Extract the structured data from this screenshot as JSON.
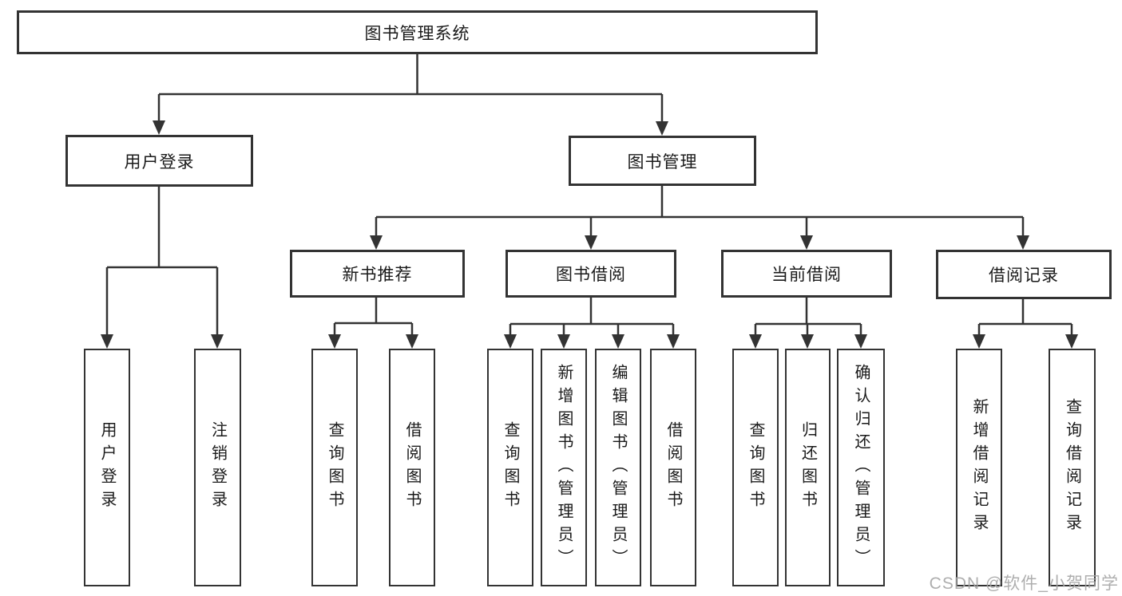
{
  "diagram": {
    "tree": {
      "label": "图书管理系统",
      "children": [
        {
          "label": "用户登录",
          "children": [
            {
              "label": "用户登录"
            },
            {
              "label": "注销登录"
            }
          ]
        },
        {
          "label": "图书管理",
          "children": [
            {
              "label": "新书推荐",
              "children": [
                {
                  "label": "查询图书"
                },
                {
                  "label": "借阅图书"
                }
              ]
            },
            {
              "label": "图书借阅",
              "children": [
                {
                  "label": "查询图书"
                },
                {
                  "label": "新增图书（管理员）"
                },
                {
                  "label": "编辑图书（管理员）"
                },
                {
                  "label": "借阅图书"
                }
              ]
            },
            {
              "label": "当前借阅",
              "children": [
                {
                  "label": "查询图书"
                },
                {
                  "label": "归还图书"
                },
                {
                  "label": "确认归还（管理员）"
                }
              ]
            },
            {
              "label": "借阅记录",
              "children": [
                {
                  "label": "新增借阅记录"
                },
                {
                  "label": "查询借阅记录"
                }
              ]
            }
          ]
        }
      ]
    },
    "colors": {
      "line": "#333333",
      "box_border": "#333333",
      "text": "#1a1a1a",
      "background": "#ffffff",
      "watermark": "#a5a5a5"
    },
    "watermark": "CSDN @软件_小贺同学"
  }
}
